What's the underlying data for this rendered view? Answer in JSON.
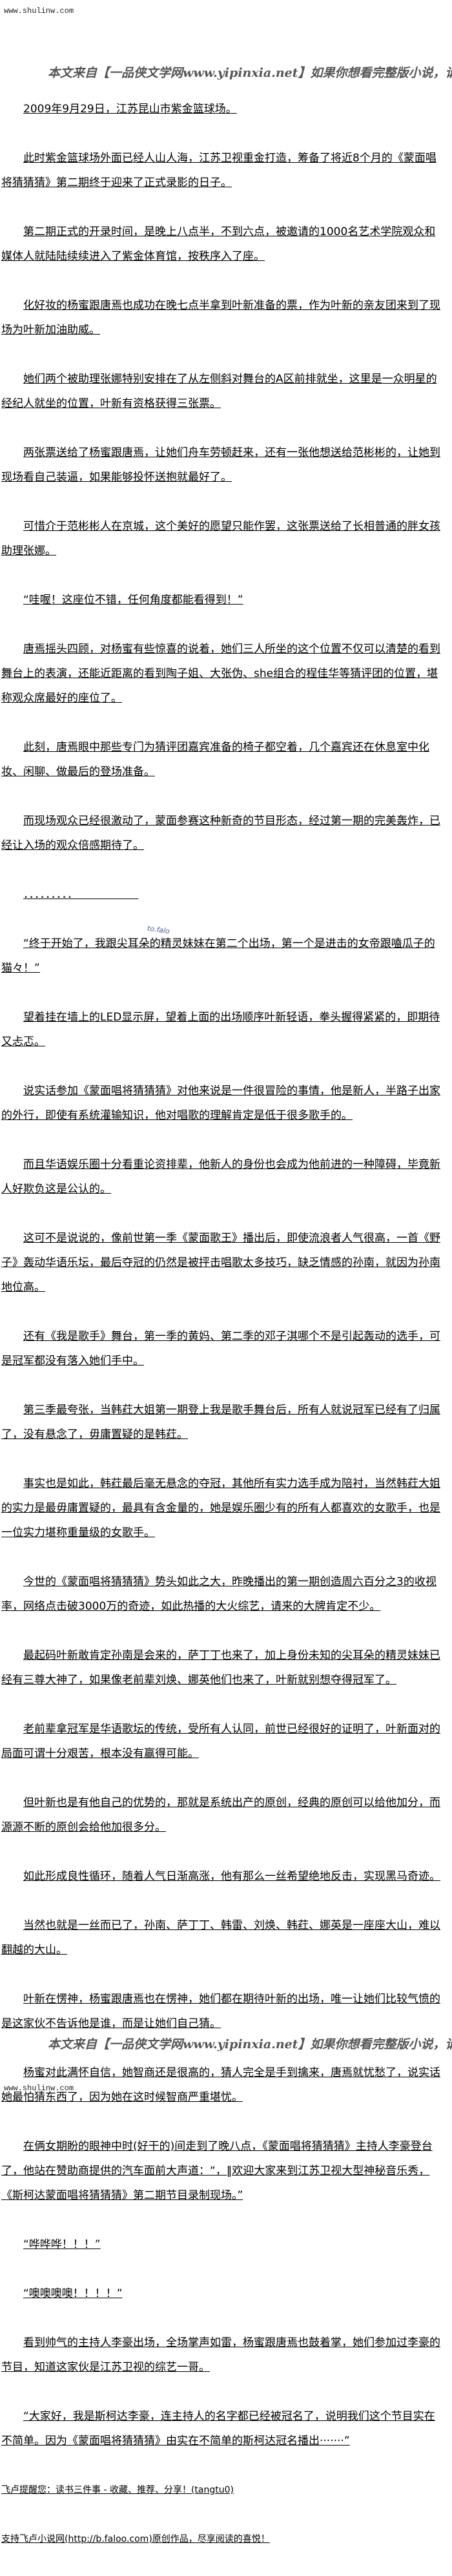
{
  "site": "www.shulinw.com",
  "banner": "本文来自【一品侠文学网www.yipinxia.net】如果你想看完整版小说，请",
  "watermark": "to.falo",
  "paragraphs": [
    "2009年9月29日，江苏昆山市紫金篮球场。",
    "此时紫金篮球场外面已经人山人海，江苏卫视重金打造，筹备了将近8个月的《蒙面唱将猜猜猜》第二期终于迎来了正式录影的日子。",
    "第二期正式的开录时间，是晚上八点半，不到六点，被邀请的1000名艺术学院观众和媒体人就陆陆续续进入了紫金体育馆，按秩序入了座。",
    "化好妆的杨蜜跟唐焉也成功在晚七点半拿到叶新准备的票，作为叶新的亲友团来到了现场为叶新加油助威。",
    "她们两个被助理张娜特别安排在了从左侧斜对舞台的A区前排就坐，这里是一众明星的经纪人就坐的位置，叶新有资格获得三张票。",
    "两张票送给了杨蜜跟唐焉，让她们舟车劳顿赶来，还有一张他想送给范彬彬的，让她到现场看自己装逼，如果能够投怀送抱就最好了。",
    "可惜介于范彬彬人在京城，这个美好的愿望只能作罢，这张票送给了长相普通的胖女孩助理张娜。",
    "“哇喔！这座位不错，任何角度都能看得到！”",
    "唐焉摇头四顾，对杨蜜有些惊喜的说着，她们三人所坐的这个位置不仅可以清楚的看到舞台上的表演，还能近距离的看到陶子姐、大张伪、she组合的程佳华等猜评团的位置，堪称观众席最好的座位了。",
    "此刻，唐焉眼中那些专门为猜评团嘉宾准备的椅子都空着，几个嘉宾还在休息室中化妆、闲聊、做最后的登场准备。",
    "而现场观众已经很激动了，蒙面参赛这种新奇的节目形态，经过第一期的完美轰炸，已经让入场的观众倍感期待了。",
    "．．．．．．．．．　　　　　　",
    "“终于开始了，我跟尖耳朵的精灵妹妹在第二个出场，第一个是进击的女帝跟嗑瓜子的猫々！”",
    "望着挂在墙上的LED显示屏，望着上面的出场顺序叶新轻语，拳头握得紧紧的，即期待又忐忑。",
    "说实话参加《蒙面唱将猜猜猜》对他来说是一件很冒险的事情，他是新人，半路子出家的外行，即使有系统灌输知识，他对唱歌的理解肯定是低于很多歌手的。",
    "而且华语娱乐圈十分看重论资排辈，他新人的身份也会成为他前进的一种障碍，毕竟新人好欺负这是公认的。",
    "这可不是说说的，像前世第一季《蒙面歌王》播出后，即使流浪者人气很高，一首《野子》轰动华语乐坛，最后夺冠的仍然是被抨击唱歌太多技巧，缺乏情感的孙南，就因为孙南地位高。",
    "还有《我是歌手》舞台，第一季的黄妈、第二季的邓子淇哪个不是引起轰动的选手，可是冠军都没有落入她们手中。",
    "第三季最夸张，当韩荭大姐第一期登上我是歌手舞台后，所有人就说冠军已经有了归属了，没有悬念了，毋庸置疑的是韩荭。",
    "事实也是如此，韩荭最后毫无悬念的夺冠，其他所有实力选手成为陪衬，当然韩荭大姐的实力是最毋庸置疑的，最具有含金量的，她是娱乐圈少有的所有人都喜欢的女歌手，也是一位实力堪称重量级的女歌手。",
    "今世的《蒙面唱将猜猜猜》势头如此之大，昨晚播出的第一期创造周六百分之3的收视率，网络点击破3000万的奇迹，如此热播的大火综艺，请来的大牌肯定不少。",
    "最起码叶新敢肯定孙南是会来的，萨丁丁也来了，加上身份未知的尖耳朵的精灵妹妹已经有三尊大神了，如果像老前辈刘焕、娜英他们也来了，叶新就别想夺得冠军了。",
    "老前辈拿冠军是华语歌坛的传统，受所有人认同，前世已经很好的证明了，叶新面对的局面可谓十分艰苦，根本没有赢得可能。",
    "但叶新也是有他自己的优势的，那就是系统出产的原创，经典的原创可以给他加分，而源源不断的原创会给他加很多分。",
    "如此形成良性循环，随着人气日渐高涨，他有那么一丝希望绝地反击，实现黑马奇迹。",
    "当然也就是一丝而已了，孙南、萨丁丁、韩雷、刘焕、韩荭、娜英是一座座大山，难以翻越的大山。",
    "叶新在愣神，杨蜜跟唐焉也在愣神，她们都在期待叶新的出场，唯一让她们比较气愤的是这家伙不告诉他是谁，而是让她们自己猜。",
    "杨蜜对此满怀自信，她智商还是很高的，猜人完全是手到擒来，唐焉就忧愁了，说实话她最怕猜东西了，因为她在这时候智商严重堪忧。",
    "在俩女期盼的眼神中时(好干的)间走到了晚八点，《蒙面唱将猜猜猜》主持人李豪登台了，他站在赞助商提供的汽车面前大声道：“，‖欢迎大家来到江苏卫视大型神秘音乐秀，《斯柯达蒙面唱将猜猜猜》第二期节目录制现场。”",
    "“哗哗哗！！！”",
    "“噢噢噢噢！！！！”",
    "看到帅气的主持人李豪出场，全场掌声如雷，杨蜜跟唐焉也鼓着掌，她们参加过李豪的节目，知道这家伙是江苏卫视的综艺一哥。",
    "“大家好，我是斯柯达李豪，连主持人的名字都已经被冠名了，说明我们这个节目实在不简单。因为《蒙面唱将猜猜猜》由实在不简单的斯柯达冠名播出·······”"
  ],
  "notes": [
    "飞卢提醒您：读书三件事 - 收藏、推荐、分享！(tangtu0)",
    "支持飞卢小说网(http://b.faloo.com)原创作品，尽享阅读的喜悦！"
  ]
}
